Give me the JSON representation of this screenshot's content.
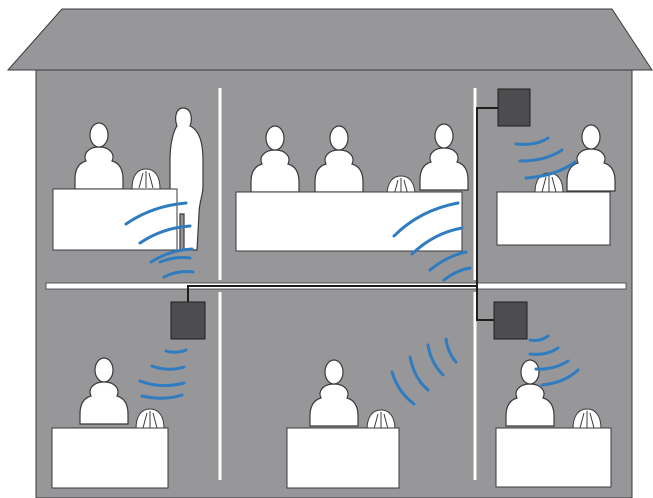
{
  "diagram": {
    "colors": {
      "building": "#979799",
      "outline": "#3a3a3c",
      "interior_line": "#ffffff",
      "desk": "#ffffff",
      "person_fill": "#ffffff",
      "person_stroke": "#3a3a3c",
      "access_point": "#4d4d4f",
      "cable": "#1e1e1e",
      "signal": "#2f7cc1",
      "device_fill": "#ffffff"
    },
    "floors": [
      {
        "name": "upper-floor",
        "rooms": [
          "upper-left-room",
          "upper-middle-room",
          "upper-right-room"
        ]
      },
      {
        "name": "lower-floor",
        "rooms": [
          "lower-left-room",
          "lower-middle-room",
          "lower-right-room"
        ]
      }
    ],
    "access_points": 3,
    "icons": [
      "building-roof",
      "person-icon",
      "wireless-device-icon",
      "access-point-icon",
      "signal-waves-icon"
    ]
  }
}
